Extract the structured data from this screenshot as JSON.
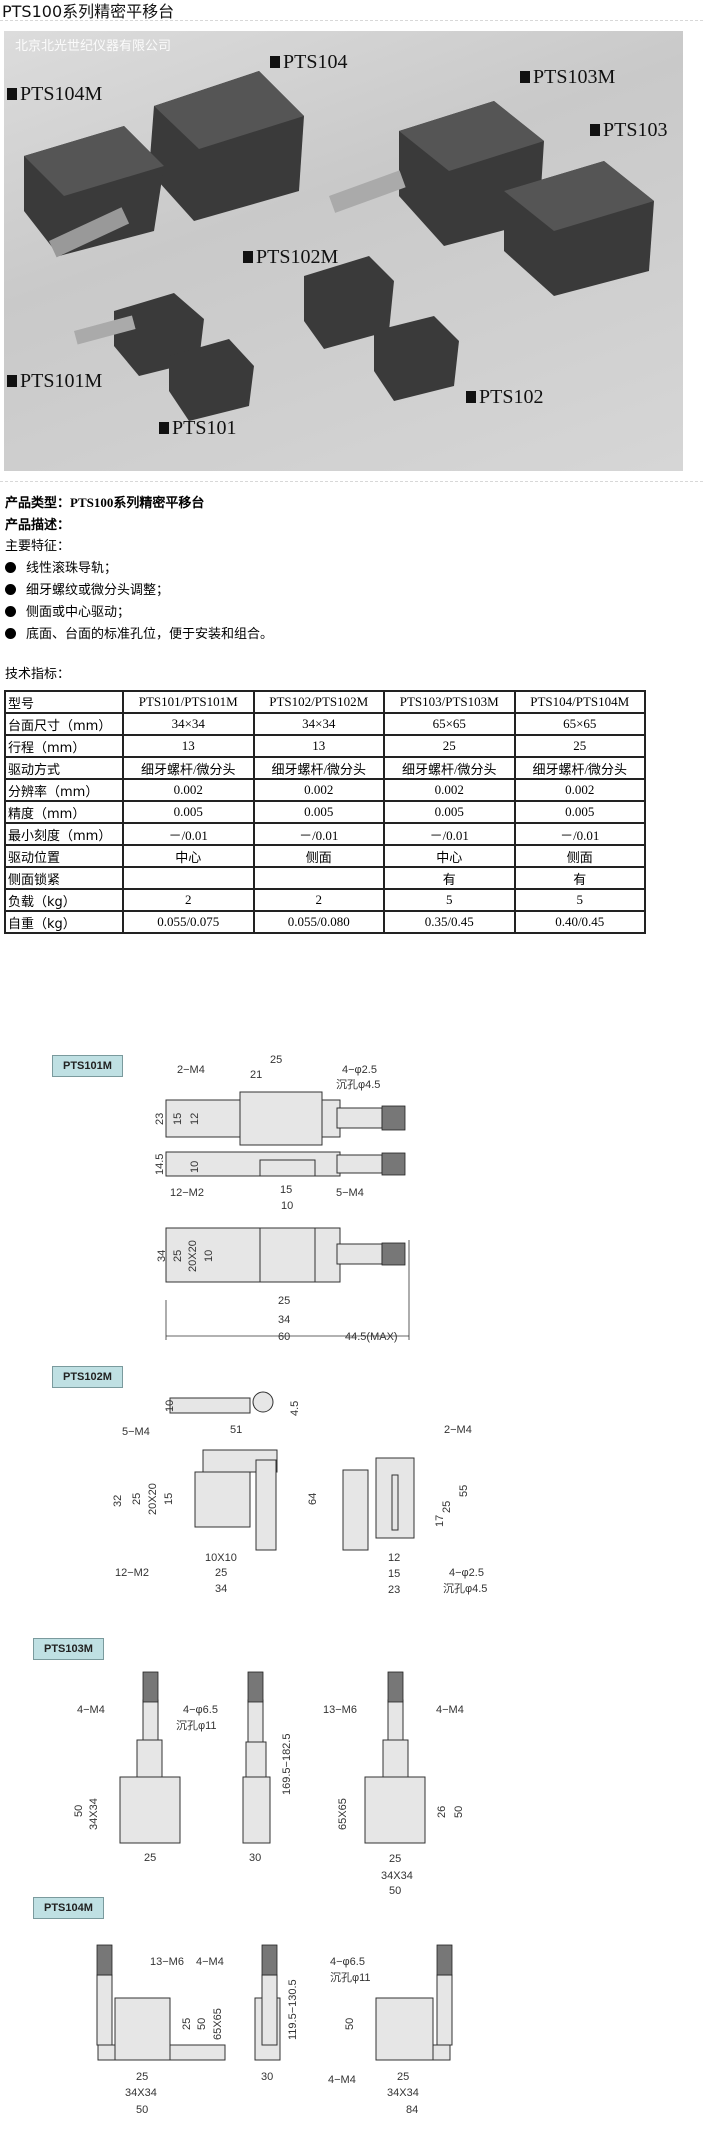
{
  "page_title": "PTS100系列精密平移台",
  "photo": {
    "watermark": "北京北光世纪仪器有限公司",
    "labels": [
      "PTS104",
      "PTS104M",
      "PTS103M",
      "PTS103",
      "PTS102M",
      "PTS101M",
      "PTS102",
      "PTS101"
    ]
  },
  "product": {
    "type_label": "产品类型：PTS100系列精密平移台",
    "desc_label": "产品描述：",
    "features_title": "主要特征：",
    "features": [
      "线性滚珠导轨；",
      "细牙螺纹或微分头调整；",
      "侧面或中心驱动；",
      "底面、台面的标准孔位，便于安装和组合。"
    ],
    "spec_title": "技术指标："
  },
  "spec_table": {
    "rows": [
      [
        "型号",
        "PTS101/PTS101M",
        "PTS102/PTS102M",
        "PTS103/PTS103M",
        "PTS104/PTS104M"
      ],
      [
        "台面尺寸（mm）",
        "34×34",
        "34×34",
        "65×65",
        "65×65"
      ],
      [
        "行程（mm）",
        "13",
        "13",
        "25",
        "25"
      ],
      [
        "驱动方式",
        "细牙螺杆/微分头",
        "细牙螺杆/微分头",
        "细牙螺杆/微分头",
        "细牙螺杆/微分头"
      ],
      [
        "分辨率（mm）",
        "0.002",
        "0.002",
        "0.002",
        "0.002"
      ],
      [
        "精度（mm）",
        "0.005",
        "0.005",
        "0.005",
        "0.005"
      ],
      [
        "最小刻度（mm）",
        "－/0.01",
        "－/0.01",
        "－/0.01",
        "－/0.01"
      ],
      [
        "驱动位置",
        "中心",
        "侧面",
        "中心",
        "侧面"
      ],
      [
        "侧面锁紧",
        "",
        "",
        "有",
        "有"
      ],
      [
        "负载（kg）",
        "2",
        "2",
        "5",
        "5"
      ],
      [
        "自重（kg）",
        "0.055/0.075",
        "0.055/0.080",
        "0.35/0.45",
        "0.40/0.45"
      ]
    ]
  },
  "drawings": [
    {
      "tag": "PTS101M",
      "dims": [
        "25",
        "21",
        "2−M4",
        "4−φ2.5",
        "沉孔φ4.5",
        "23",
        "15",
        "12",
        "14.5",
        "10",
        "12−M2",
        "15",
        "10",
        "5−M4",
        "34",
        "25",
        "20X20",
        "10",
        "25",
        "34",
        "60",
        "44.5(MAX)"
      ]
    },
    {
      "tag": "PTS102M",
      "dims": [
        "10",
        "4.5",
        "51",
        "5−M4",
        "32",
        "25",
        "20X20",
        "15",
        "10X10",
        "25",
        "34",
        "12−M2",
        "64",
        "55",
        "25",
        "17",
        "2−M4",
        "12",
        "15",
        "23",
        "4−φ2.5",
        "沉孔φ4.5"
      ]
    },
    {
      "tag": "PTS103M",
      "dims": [
        "4−M4",
        "4−φ6.5",
        "沉孔φ11",
        "50",
        "34X34",
        "25",
        "169.5−182.5",
        "30",
        "13−M6",
        "4−M4",
        "65X65",
        "26",
        "50",
        "25",
        "34X34",
        "50"
      ]
    },
    {
      "tag": "PTS104M",
      "dims": [
        "13−M6",
        "4−M4",
        "25",
        "50",
        "65X65",
        "25",
        "34X34",
        "50",
        "119.5−130.5",
        "30",
        "4−φ6.5",
        "沉孔φ11",
        "50",
        "4−M4",
        "25",
        "34X34",
        "84"
      ]
    }
  ]
}
